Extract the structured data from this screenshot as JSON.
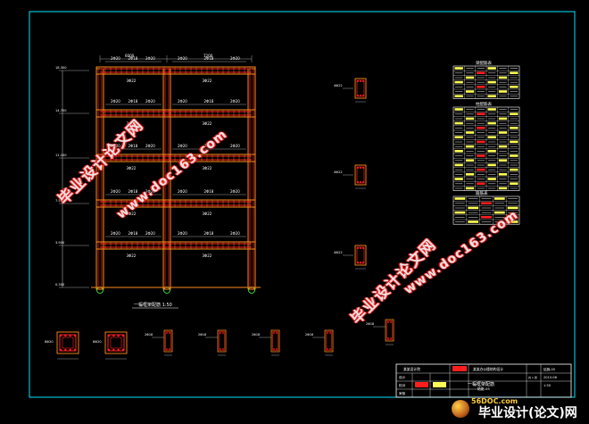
{
  "drawing": {
    "frame_color": "#00e5ff",
    "struct_color": "#ff8c1a",
    "rebar_color": "#ff1e1e",
    "dim_color": "#c8c8c8",
    "frame_title": "一榀框架配筋",
    "scale": "1:50",
    "sheet_title": "一榀框架配筋",
    "title_block": {
      "company": "某某设计院",
      "project": "某某办公楼结构设计",
      "drawing_no": "结施-05",
      "date": "2015.06",
      "scale": "1:50",
      "designer": "设计",
      "checker": "校对",
      "approver": "审核",
      "page": "共 1 张"
    },
    "tables": {
      "beam_title": "梁配筋表",
      "column_title": "柱配筋表",
      "small_title": "箍筋表"
    }
  },
  "watermarks": {
    "text_cn": "毕业设计论文网",
    "text_url": "www.doc163.com"
  },
  "logo": {
    "site": "56DOC.com",
    "text": "毕业设计(论文)网"
  }
}
